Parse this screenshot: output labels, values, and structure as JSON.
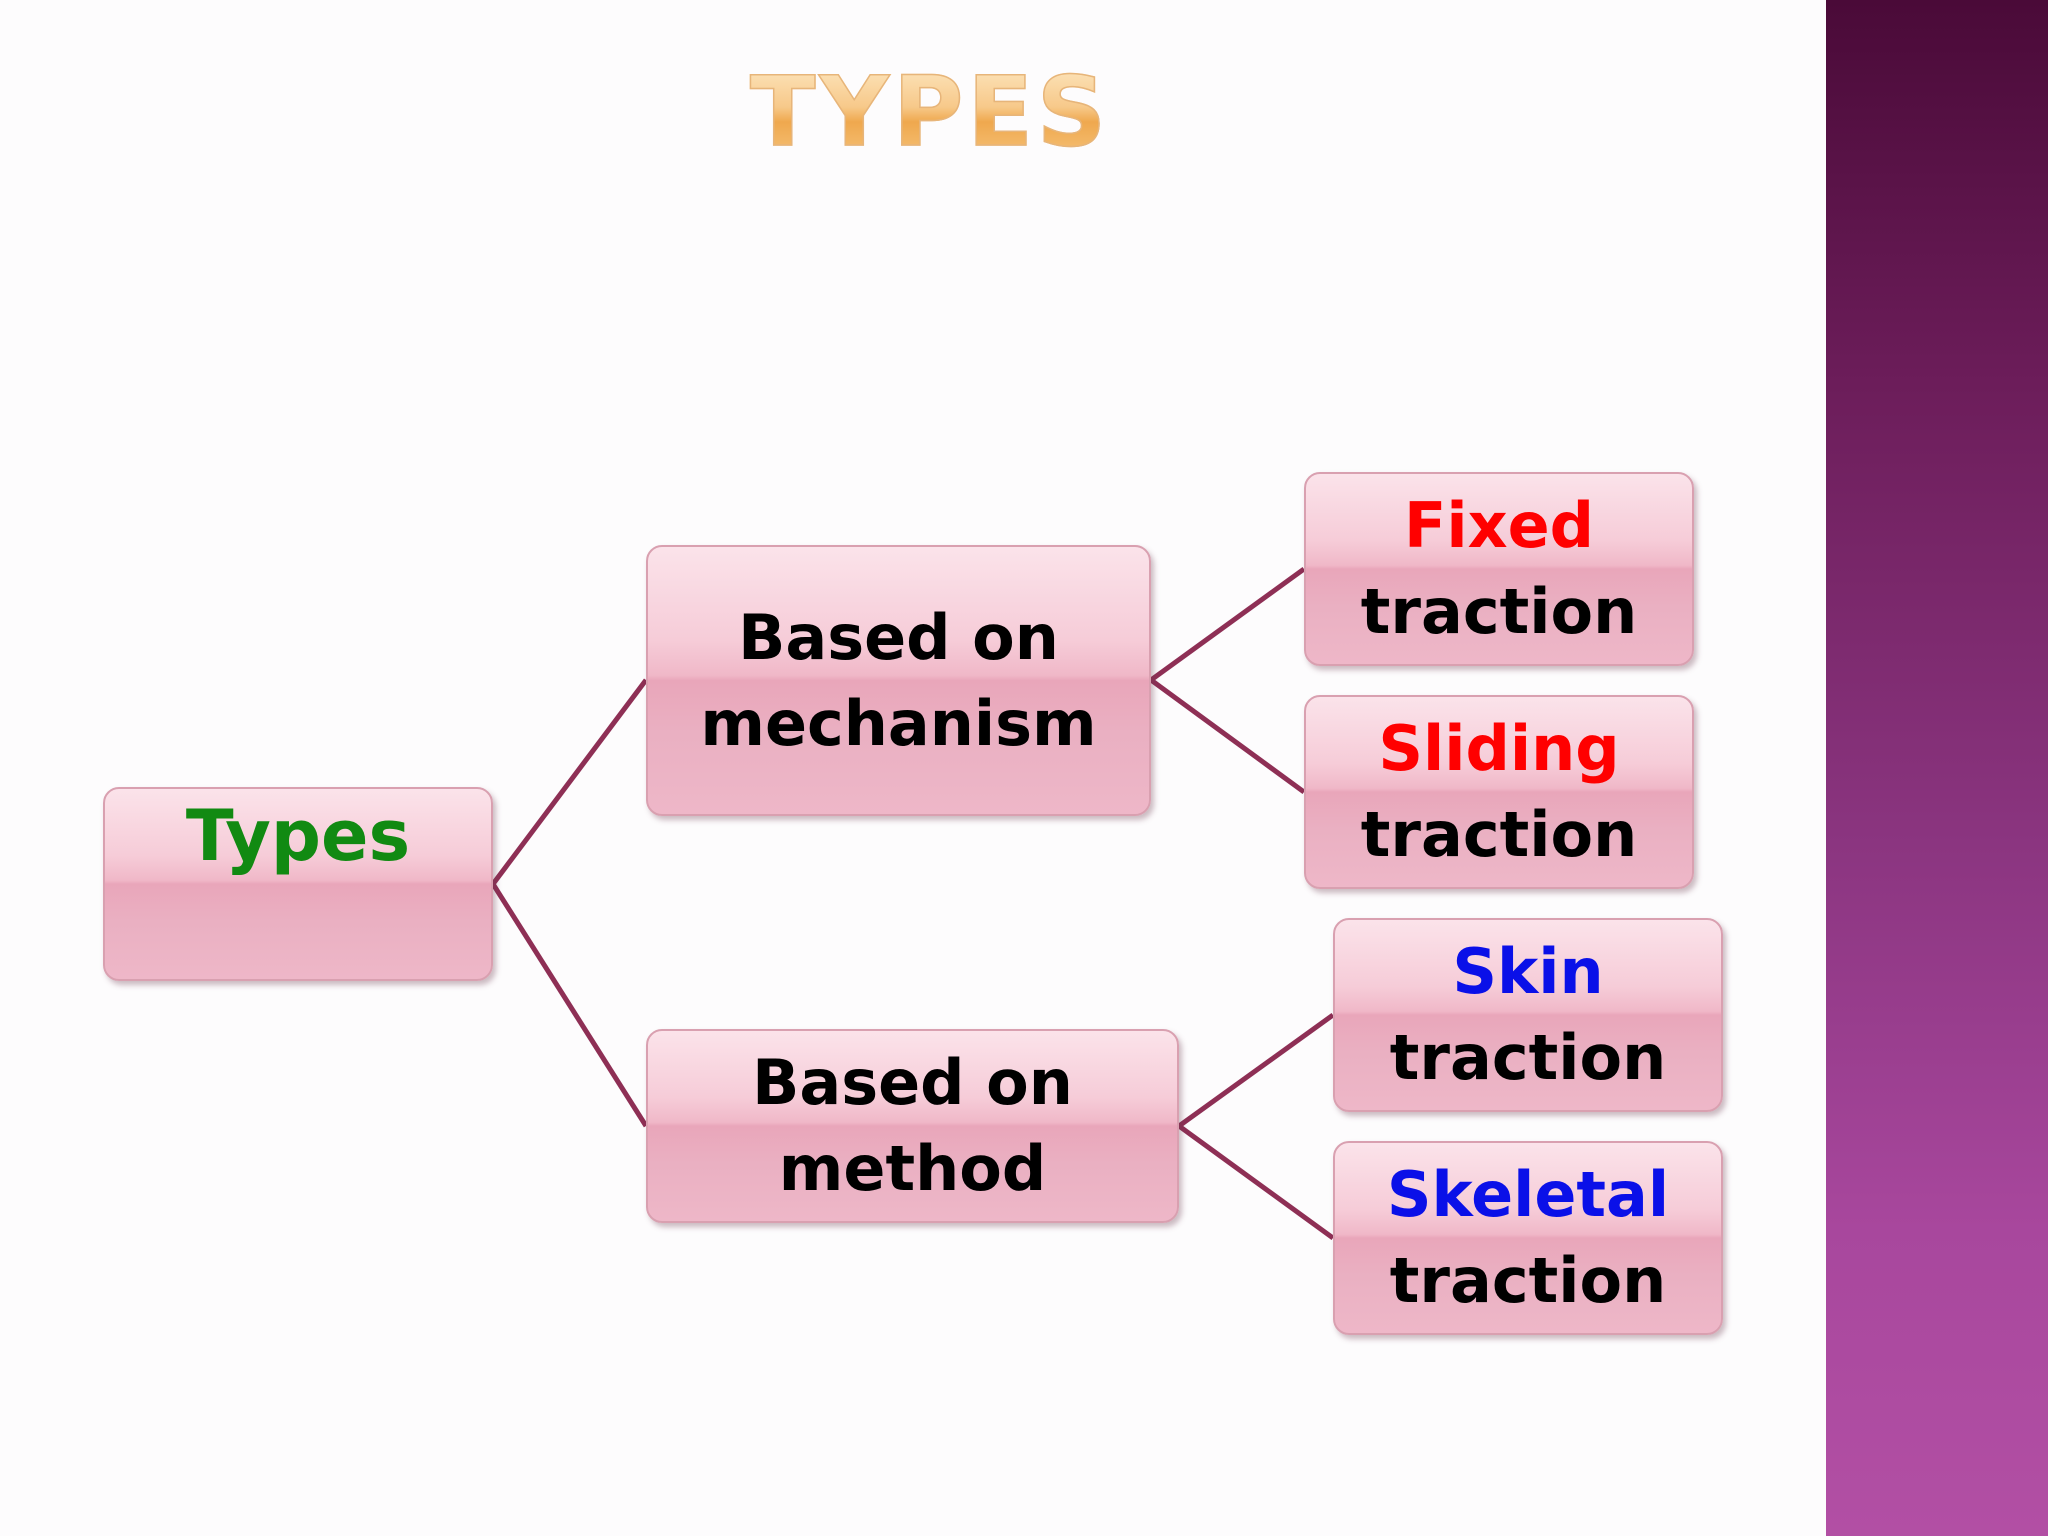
{
  "title": "TYPES",
  "colors": {
    "root_text": "#118a12",
    "mechanism_leaf_text": "#ff0000",
    "method_leaf_text": "#0a10e8",
    "branch_text": "#000000",
    "connector": "#8e2f55",
    "side_band_top": "#4a0a38",
    "side_band_bottom": "#b24fa4"
  },
  "root": {
    "label": "Types"
  },
  "branches": [
    {
      "line1": "Based on",
      "line2": "mechanism",
      "children": [
        {
          "word": "Fixed",
          "suffix": "traction"
        },
        {
          "word": "Sliding",
          "suffix": "traction"
        }
      ]
    },
    {
      "line1": "Based on",
      "line2": "method",
      "children": [
        {
          "word": "Skin",
          "suffix": "traction"
        },
        {
          "word": "Skeletal",
          "suffix": "traction"
        }
      ]
    }
  ]
}
